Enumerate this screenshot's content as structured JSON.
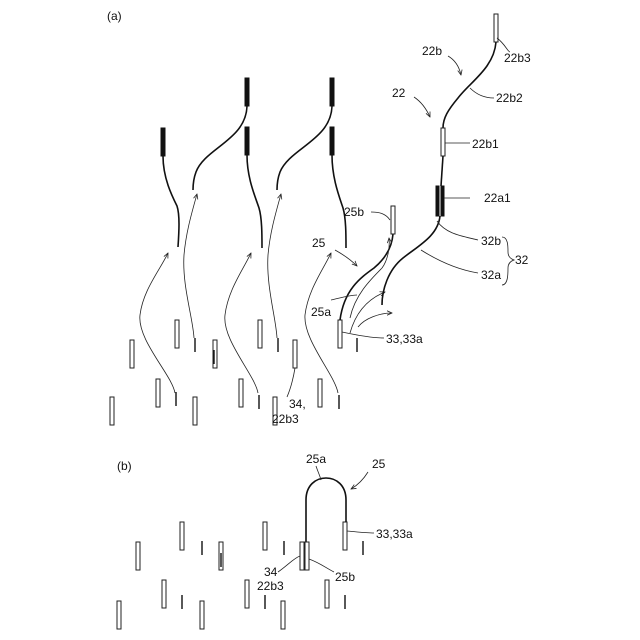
{
  "panel_a": {
    "label": "(a)",
    "labels": {
      "l22b3": "22b3",
      "l22b": "22b",
      "l22": "22",
      "l22b2": "22b2",
      "l22b1": "22b1",
      "l22a1": "22a1",
      "l25b": "25b",
      "l25": "25",
      "l32b": "32b",
      "l32": "32",
      "l32a": "32a",
      "l25a": "25a",
      "l33": "33,33a",
      "l34": "34,",
      "l34b": "22b3"
    }
  },
  "panel_b": {
    "label": "(b)",
    "labels": {
      "l25a": "25a",
      "l25": "25",
      "l33": "33,33a",
      "l34": "34",
      "l22b3": "22b3",
      "l25b": "25b"
    }
  }
}
